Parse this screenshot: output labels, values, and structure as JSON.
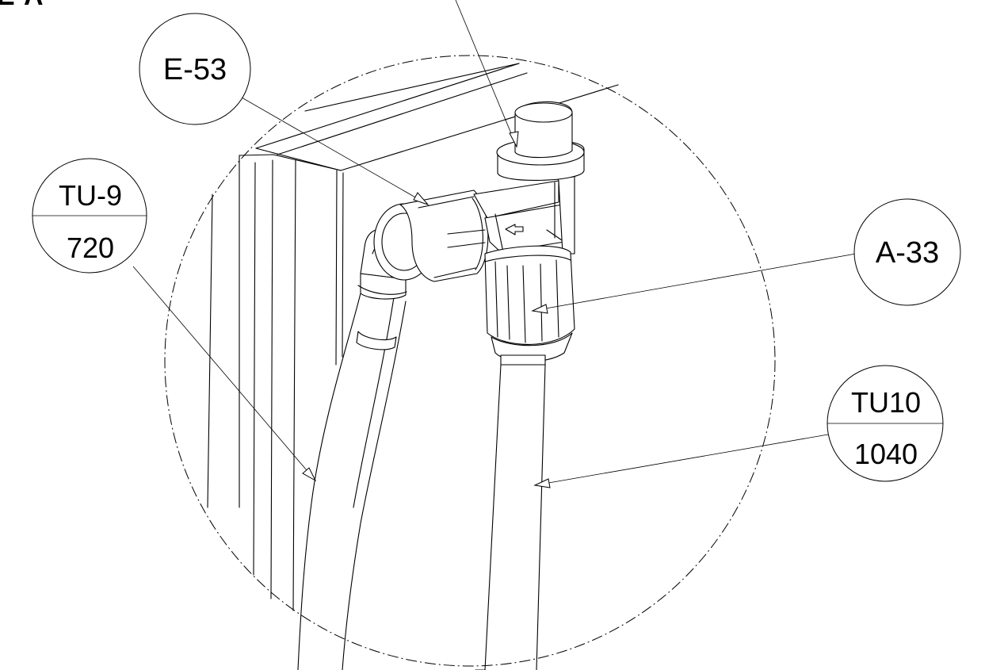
{
  "callouts": {
    "e53": {
      "label": "E-53"
    },
    "a33": {
      "label": "A-33"
    },
    "tu9": {
      "top": "TU-9",
      "bottom": "720"
    },
    "tu10": {
      "top": "TU10",
      "bottom": "1040"
    }
  },
  "corner_fragment": "E-A"
}
